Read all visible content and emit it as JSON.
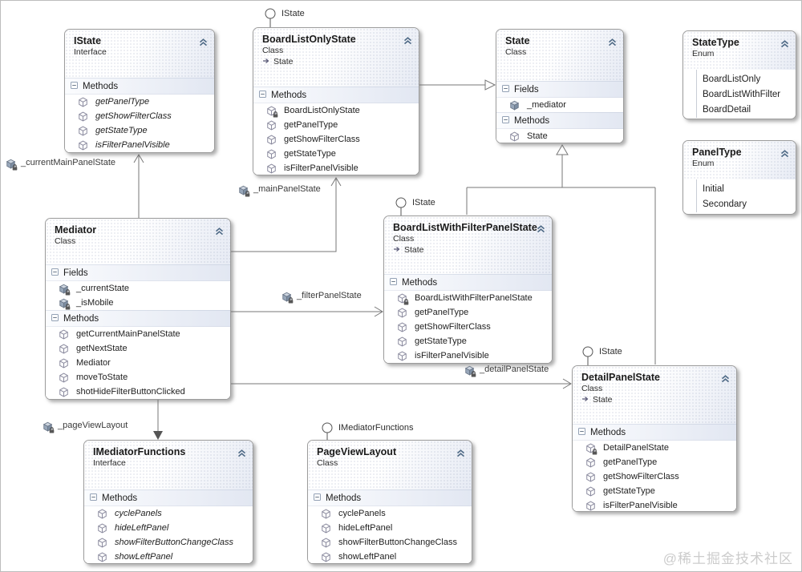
{
  "watermark": "@稀土掘金技术社区",
  "classes": [
    {
      "id": "istate",
      "title": "IState",
      "kind": "Interface",
      "sections": [
        {
          "label": "Methods",
          "members": [
            {
              "name": "getPanelType",
              "icon": "method",
              "italic": true
            },
            {
              "name": "getShowFilterClass",
              "icon": "method",
              "italic": true
            },
            {
              "name": "getStateType",
              "icon": "method",
              "italic": true
            },
            {
              "name": "isFilterPanelVisible",
              "icon": "method",
              "italic": true
            }
          ]
        }
      ]
    },
    {
      "id": "boardlistonly",
      "title": "BoardListOnlyState",
      "kind": "Class",
      "base": "State",
      "sections": [
        {
          "label": "Methods",
          "members": [
            {
              "name": "BoardListOnlyState",
              "icon": "method",
              "lock": true
            },
            {
              "name": "getPanelType",
              "icon": "method"
            },
            {
              "name": "getShowFilterClass",
              "icon": "method"
            },
            {
              "name": "getStateType",
              "icon": "method"
            },
            {
              "name": "isFilterPanelVisible",
              "icon": "method"
            }
          ]
        }
      ]
    },
    {
      "id": "state",
      "title": "State",
      "kind": "Class",
      "sections": [
        {
          "label": "Fields",
          "members": [
            {
              "name": "_mediator",
              "icon": "field"
            }
          ]
        },
        {
          "label": "Methods",
          "members": [
            {
              "name": "State",
              "icon": "method"
            }
          ]
        }
      ]
    },
    {
      "id": "statetype",
      "title": "StateType",
      "kind": "Enum",
      "values": [
        "BoardListOnly",
        "BoardListWithFilter",
        "BoardDetail"
      ]
    },
    {
      "id": "paneltype",
      "title": "PanelType",
      "kind": "Enum",
      "values": [
        "Initial",
        "Secondary"
      ]
    },
    {
      "id": "mediator",
      "title": "Mediator",
      "kind": "Class",
      "sections": [
        {
          "label": "Fields",
          "members": [
            {
              "name": "_currentState",
              "icon": "field",
              "lock": true
            },
            {
              "name": "_isMobile",
              "icon": "field",
              "lock": true
            }
          ]
        },
        {
          "label": "Methods",
          "members": [
            {
              "name": "getCurrentMainPanelState",
              "icon": "method"
            },
            {
              "name": "getNextState",
              "icon": "method"
            },
            {
              "name": "Mediator",
              "icon": "method"
            },
            {
              "name": "moveToState",
              "icon": "method"
            },
            {
              "name": "shotHideFilterButtonClicked",
              "icon": "method"
            }
          ]
        }
      ]
    },
    {
      "id": "blwfps",
      "title": "BoardListWithFilterPanelState",
      "kind": "Class",
      "base": "State",
      "sections": [
        {
          "label": "Methods",
          "members": [
            {
              "name": "BoardListWithFilterPanelState",
              "icon": "method",
              "lock": true
            },
            {
              "name": "getPanelType",
              "icon": "method"
            },
            {
              "name": "getShowFilterClass",
              "icon": "method"
            },
            {
              "name": "getStateType",
              "icon": "method"
            },
            {
              "name": "isFilterPanelVisible",
              "icon": "method"
            }
          ]
        }
      ]
    },
    {
      "id": "detailpanel",
      "title": "DetailPanelState",
      "kind": "Class",
      "base": "State",
      "sections": [
        {
          "label": "Methods",
          "members": [
            {
              "name": "DetailPanelState",
              "icon": "method",
              "lock": true
            },
            {
              "name": "getPanelType",
              "icon": "method"
            },
            {
              "name": "getShowFilterClass",
              "icon": "method"
            },
            {
              "name": "getStateType",
              "icon": "method"
            },
            {
              "name": "isFilterPanelVisible",
              "icon": "method"
            }
          ]
        }
      ]
    },
    {
      "id": "imediatorfunctions",
      "title": "IMediatorFunctions",
      "kind": "Interface",
      "sections": [
        {
          "label": "Methods",
          "members": [
            {
              "name": "cyclePanels",
              "icon": "method",
              "italic": true
            },
            {
              "name": "hideLeftPanel",
              "icon": "method",
              "italic": true
            },
            {
              "name": "showFilterButtonChangeClass",
              "icon": "method",
              "italic": true
            },
            {
              "name": "showLeftPanel",
              "icon": "method",
              "italic": true
            }
          ]
        }
      ]
    },
    {
      "id": "pageviewlayout",
      "title": "PageViewLayout",
      "kind": "Class",
      "sections": [
        {
          "label": "Methods",
          "members": [
            {
              "name": "cyclePanels",
              "icon": "method"
            },
            {
              "name": "hideLeftPanel",
              "icon": "method"
            },
            {
              "name": "showFilterButtonChangeClass",
              "icon": "method"
            },
            {
              "name": "showLeftPanel",
              "icon": "method"
            }
          ]
        }
      ]
    }
  ],
  "assoc_labels": [
    {
      "id": "currentMainPanelState",
      "text": "_currentMainPanelState"
    },
    {
      "id": "mainPanelState",
      "text": "_mainPanelState"
    },
    {
      "id": "filterPanelState",
      "text": "_filterPanelState"
    },
    {
      "id": "detailPanelState",
      "text": "_detailPanelState"
    },
    {
      "id": "pageViewLayout",
      "text": "_pageViewLayout"
    }
  ],
  "lollipops": [
    {
      "id": "istate-boardlistonly",
      "text": "IState"
    },
    {
      "id": "istate-blwfps",
      "text": "IState"
    },
    {
      "id": "istate-detailpanel",
      "text": "IState"
    },
    {
      "id": "imediatorfunctions-pageviewlayout",
      "text": "IMediatorFunctions"
    }
  ]
}
